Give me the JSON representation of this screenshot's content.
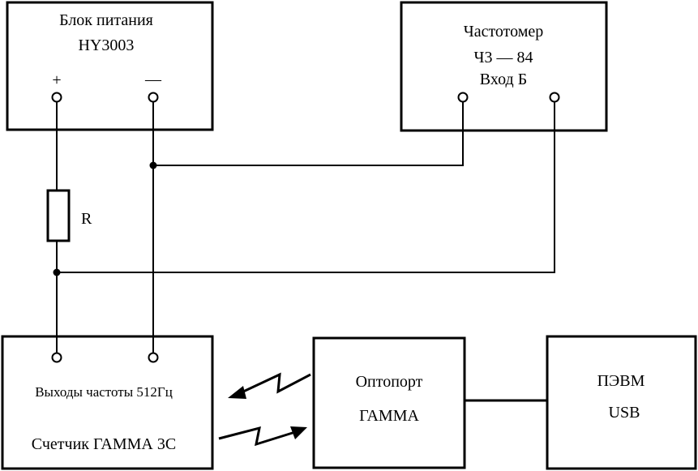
{
  "power_supply": {
    "title": "Блок питания",
    "model": "HY3003",
    "plus": "+",
    "minus": "—"
  },
  "freq_meter": {
    "title": "Частотомер",
    "model": "Ч3 — 84",
    "input": "Вход Б"
  },
  "resistor": {
    "label": "R"
  },
  "counter": {
    "outputs": "Выходы частоты 512Гц",
    "name": "Счетчик ГАММА 3С"
  },
  "optoport": {
    "line1": "Оптопорт",
    "line2": "ГАММА"
  },
  "pc": {
    "line1": "ПЭВМ",
    "line2": "USB"
  }
}
